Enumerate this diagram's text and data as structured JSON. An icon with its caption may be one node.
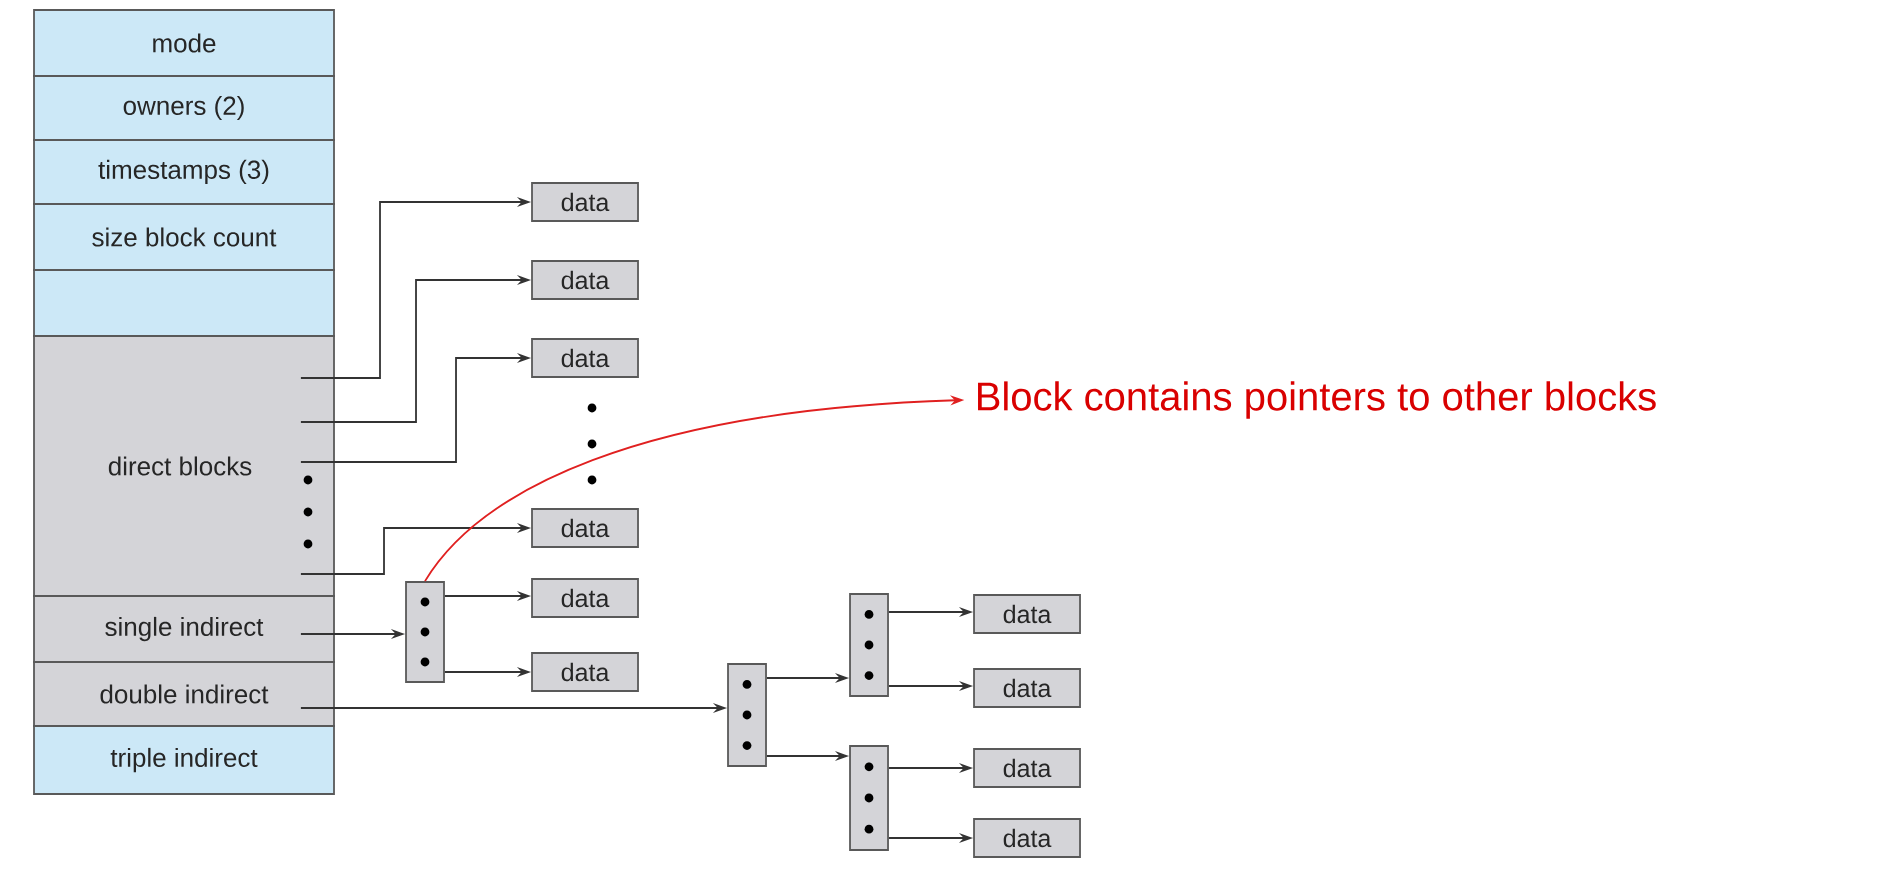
{
  "diagram": {
    "nodes": [
      {
        "text": [
          "mode"
        ]
      },
      {
        "text": [
          "owners (2)"
        ]
      },
      {
        "text": [
          "timestamps (3)"
        ]
      },
      {
        "text": [
          "size block count"
        ]
      },
      {
        "text": [],
        "shape": "box"
      },
      {
        "text": [
          "direct blocks"
        ]
      },
      {
        "text": [
          "single indirect"
        ]
      },
      {
        "text": [
          "double indirect"
        ]
      },
      {
        "text": [
          "triple indirect"
        ]
      },
      {
        "text": [
          "data"
        ]
      },
      {
        "text": [
          "data"
        ]
      },
      {
        "text": [
          "data"
        ]
      },
      {
        "text": [
          "data"
        ]
      },
      {
        "text": [],
        "shape": "box"
      },
      {
        "text": [
          "data"
        ]
      },
      {
        "text": [
          "data"
        ]
      },
      {
        "text": [],
        "shape": "box"
      },
      {
        "text": [],
        "shape": "box"
      },
      {
        "text": [],
        "shape": "box"
      },
      {
        "text": [
          "data"
        ]
      },
      {
        "text": [
          "data"
        ]
      },
      {
        "text": [
          "data"
        ]
      },
      {
        "text": [
          "data"
        ]
      },
      {
        "text": [
          "Block contains pointers to other blocks"
        ]
      }
    ],
    "edges": [
      {
        "from": 5,
        "to": 9,
        "arrow": "to"
      },
      {
        "from": 5,
        "to": 10,
        "arrow": "to"
      },
      {
        "from": 5,
        "to": 11,
        "arrow": "to"
      },
      {
        "from": 5,
        "to": 12,
        "arrow": "to"
      },
      {
        "from": 6,
        "to": 13,
        "arrow": "to"
      },
      {
        "from": 13,
        "to": 14,
        "arrow": "to"
      },
      {
        "from": 13,
        "to": 15,
        "arrow": "to"
      },
      {
        "from": 7,
        "to": 16,
        "arrow": "to"
      },
      {
        "from": 16,
        "to": 17,
        "arrow": "to"
      },
      {
        "from": 16,
        "to": 18,
        "arrow": "to"
      },
      {
        "from": 17,
        "to": 19,
        "arrow": "to"
      },
      {
        "from": 17,
        "to": 20,
        "arrow": "to"
      },
      {
        "from": 18,
        "to": 21,
        "arrow": "to"
      },
      {
        "from": 18,
        "to": 22,
        "arrow": "to"
      },
      {
        "from": 13,
        "to": 23,
        "arrow": "to",
        "color": "#e02020"
      }
    ]
  }
}
